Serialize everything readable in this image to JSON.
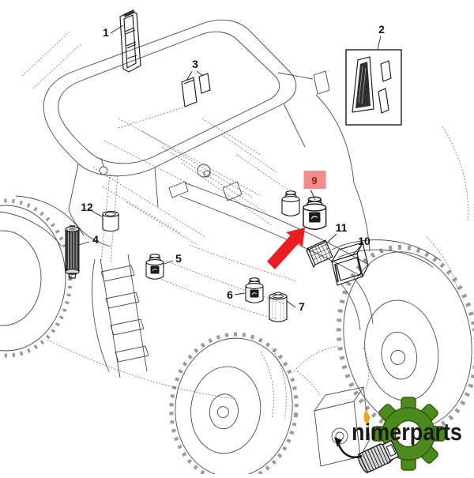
{
  "diagram": {
    "callouts": [
      {
        "label": "1"
      },
      {
        "label": "2"
      },
      {
        "label": "3"
      },
      {
        "label": "4"
      },
      {
        "label": "5"
      },
      {
        "label": "6"
      },
      {
        "label": "7"
      },
      {
        "label": "9"
      },
      {
        "label": "10"
      },
      {
        "label": "11"
      },
      {
        "label": "12"
      }
    ],
    "highlight": {
      "callout": "9",
      "box_color": "#F08C8C",
      "label_color": "#8E1F1F",
      "arrow_color": "#EC1C24"
    },
    "line_art_color": "#4A4A4A"
  },
  "watermark": {
    "brand": "nimerparts",
    "colors": {
      "gear": "#4C8A1D",
      "gear_outline": "#2F5C0E",
      "text": "#1A1A1A",
      "flame": "#F6A21C"
    }
  }
}
